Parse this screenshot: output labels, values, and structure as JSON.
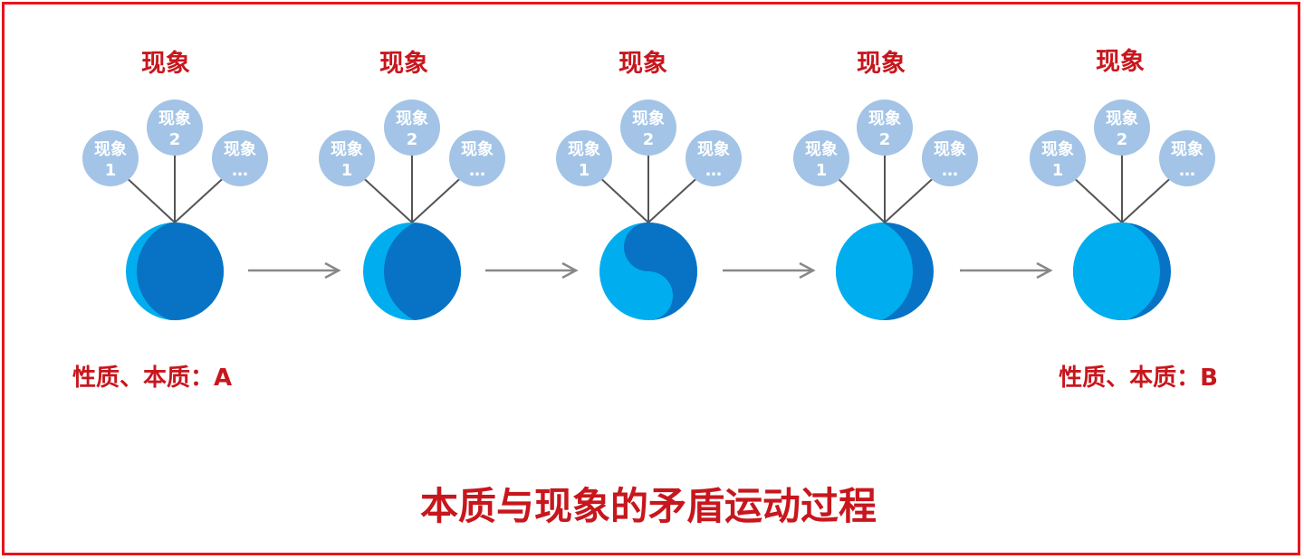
{
  "title": "本质与现象的矛盾运动过程",
  "left_label": "性质、本质：A",
  "right_label": "性质、本质：B",
  "stages": [
    {
      "title": "现象",
      "bubbles": [
        {
          "line1": "现象",
          "line2": "1"
        },
        {
          "line1": "现象",
          "line2": "2"
        },
        {
          "line1": "现象",
          "line2": "…"
        }
      ]
    },
    {
      "title": "现象",
      "bubbles": [
        {
          "line1": "现象",
          "line2": "1"
        },
        {
          "line1": "现象",
          "line2": "2"
        },
        {
          "line1": "现象",
          "line2": "…"
        }
      ]
    },
    {
      "title": "现象",
      "bubbles": [
        {
          "line1": "现象",
          "line2": "1"
        },
        {
          "line1": "现象",
          "line2": "2"
        },
        {
          "line1": "现象",
          "line2": "…"
        }
      ]
    },
    {
      "title": "现象",
      "bubbles": [
        {
          "line1": "现象",
          "line2": "1"
        },
        {
          "line1": "现象",
          "line2": "2"
        },
        {
          "line1": "现象",
          "line2": "…"
        }
      ]
    },
    {
      "title": "现象",
      "bubbles": [
        {
          "line1": "现象",
          "line2": "1"
        },
        {
          "line1": "现象",
          "line2": "2"
        },
        {
          "line1": "现象",
          "line2": "…"
        }
      ]
    }
  ],
  "colors": {
    "border": "#e8141c",
    "text_red": "#c8161d",
    "bubble": "#a3c4e6",
    "dark_blue": "#0873c4",
    "light_blue": "#00aeef",
    "connector": "#555555",
    "arrow": "#888888"
  }
}
